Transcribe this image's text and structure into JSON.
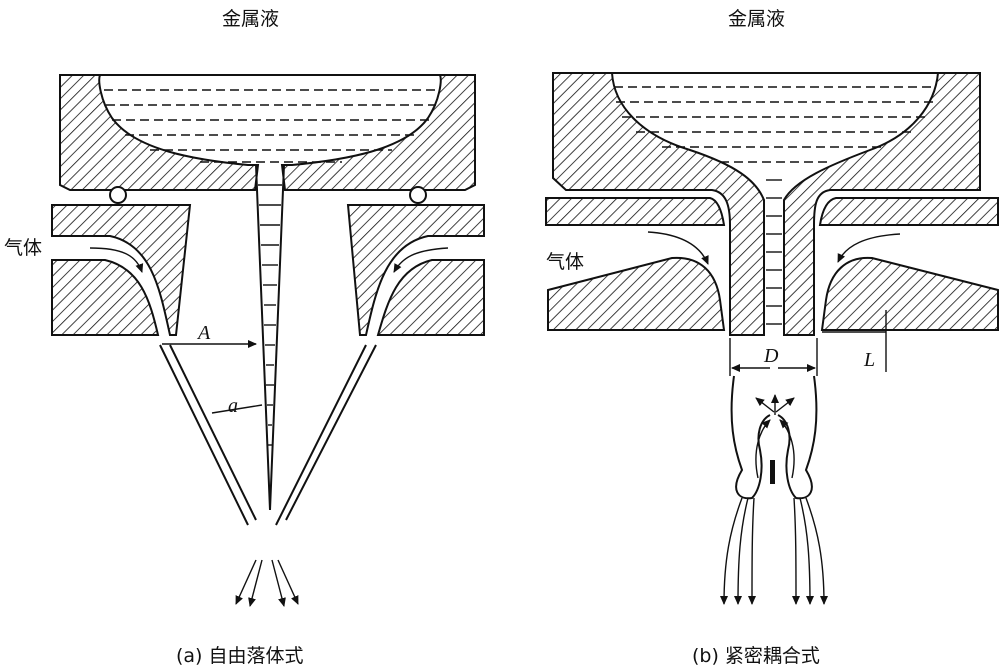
{
  "panel_a": {
    "top_label": "金属液",
    "gas_label": "气体",
    "dim_a_upper": "A",
    "dim_a_lower": "a",
    "caption": "(a) 自由落体式"
  },
  "panel_b": {
    "top_label": "金属液",
    "gas_label": "气体",
    "dim_d": "D",
    "dim_l": "L",
    "caption": "(b) 紧密耦合式"
  },
  "colors": {
    "ink": "#111111",
    "background": "#ffffff"
  }
}
